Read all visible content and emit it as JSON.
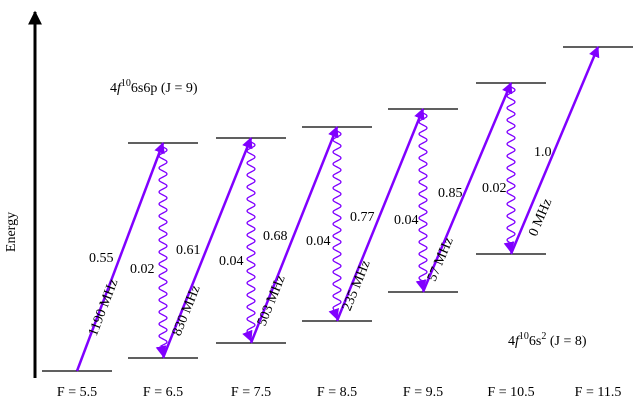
{
  "axis": {
    "label": "Energy"
  },
  "upper_state": {
    "prefix": "4",
    "f": "f",
    "sup": "10",
    "rest": "6s6p (J = 9)"
  },
  "lower_state": {
    "prefix": "4",
    "f": "f",
    "sup": "10",
    "mid": "6s",
    "sup2": "2",
    "rest": " (J = 8)"
  },
  "f_labels": [
    "F = 5.5",
    "F = 6.5",
    "F = 7.5",
    "F = 8.5",
    "F = 9.5",
    "F = 10.5",
    "F = 11.5"
  ],
  "excitation_strengths": [
    "0.55",
    "0.61",
    "0.68",
    "0.77",
    "0.85",
    "1.0"
  ],
  "decay_strengths": [
    "0.02",
    "0.04",
    "0.04",
    "0.04",
    "0.02"
  ],
  "detunings": [
    "1190 MHz",
    "830 MHz",
    "503 MHz",
    "235 MHz",
    "57 MHz",
    "0 MHz"
  ],
  "colors": {
    "transition": "#8000ff",
    "level": "#000000"
  }
}
